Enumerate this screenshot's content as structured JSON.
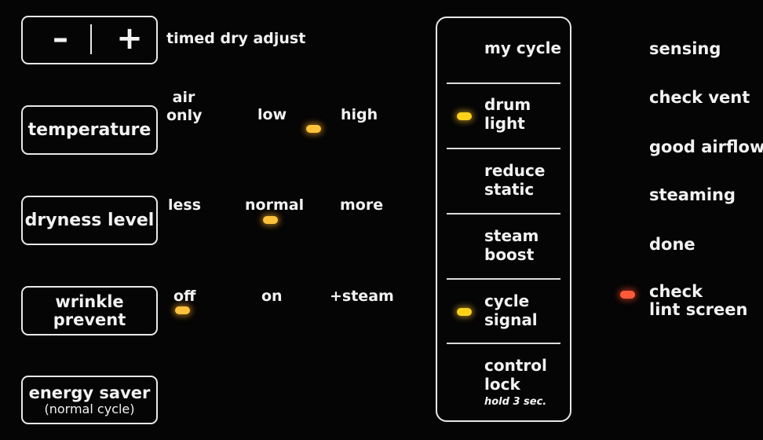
{
  "timed_dry": {
    "minus": "–",
    "plus": "+",
    "label": "timed dry adjust"
  },
  "temperature": {
    "button": "temperature",
    "options": [
      "air\nonly",
      "low",
      "high"
    ],
    "selected": "high"
  },
  "dryness": {
    "button": "dryness level",
    "options": [
      "less",
      "normal",
      "more"
    ],
    "selected": "normal"
  },
  "wrinkle": {
    "button": "wrinkle\nprevent",
    "options": [
      "off",
      "on",
      "+steam"
    ],
    "selected": "off"
  },
  "energy_saver": {
    "line1": "energy saver",
    "line2": "(normal cycle)"
  },
  "cycle_panel": {
    "my_cycle": "my cycle",
    "drum_light": "drum\nlight",
    "reduce_static": "reduce\nstatic",
    "steam_boost": "steam\nboost",
    "cycle_signal": "cycle\nsignal",
    "control_lock": "control\nlock",
    "control_lock_hint": "hold 3 sec.",
    "active": [
      "drum light",
      "cycle signal"
    ]
  },
  "status": {
    "sensing": "sensing",
    "check_vent": "check vent",
    "good_airflow": "good airflow",
    "steaming": "steaming",
    "done": "done",
    "check_lint": "check\nlint screen",
    "active": "check lint screen"
  },
  "colors": {
    "indicator_yellow": "#ffd21a",
    "indicator_orange": "#ffc23a",
    "indicator_red": "#ff5a3a",
    "background": "#050505",
    "text": "#f2f2f2"
  }
}
